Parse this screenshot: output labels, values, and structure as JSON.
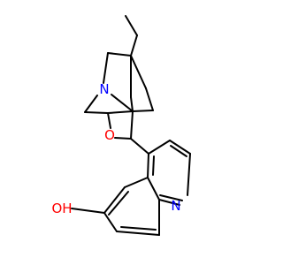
{
  "molecule": {
    "atoms": {
      "n_bridge": {
        "symbol": "N",
        "color": "#0000ff"
      },
      "o_ether": {
        "symbol": "O",
        "color": "#ff0000"
      },
      "n_ring": {
        "symbol": "N",
        "color": "#0000ff"
      },
      "hydroxyl": {
        "symbol": "OH",
        "color": "#ff0000"
      }
    },
    "bond_color": "#000000",
    "background": "#ffffff"
  }
}
